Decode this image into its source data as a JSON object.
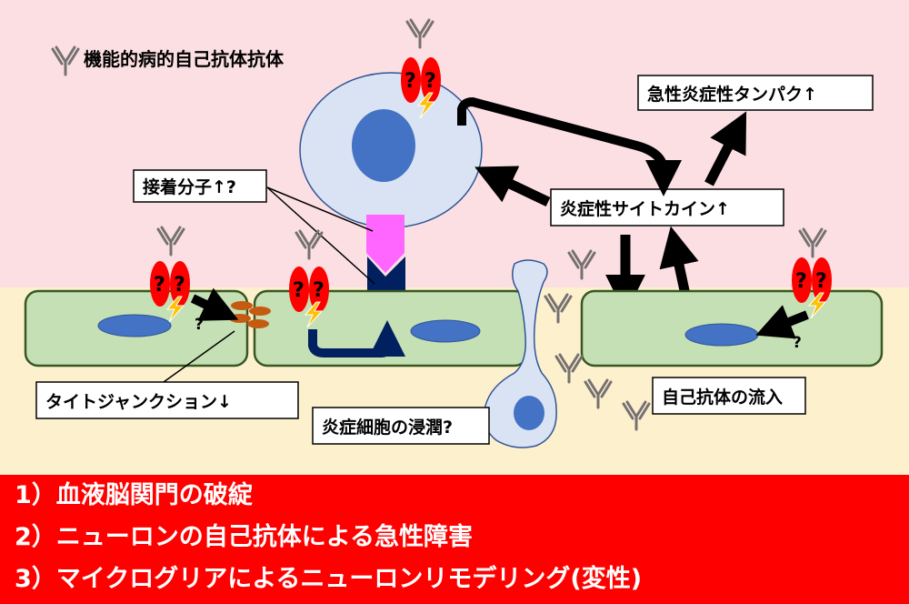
{
  "legend": {
    "label": "機能的病的自己抗体抗体"
  },
  "labels": {
    "acute_protein": "急性炎症性タンパク↑",
    "adhesion": "接着分子↑?",
    "cytokine": "炎症性サイトカイン↑",
    "tight_junction": "タイトジャンクション↓",
    "inflammatory_infiltration": "炎症細胞の浸潤?",
    "autoantibody_influx": "自己抗体の流入"
  },
  "marks": {
    "question": "?"
  },
  "conclusions": [
    "1）血液脳関門の破綻",
    "2）ニューロンの自己抗体による急性障害",
    "3）マイクログリアによるニューロンリモデリング(変性)"
  ],
  "colors": {
    "top_bg": "#fbdfe3",
    "bottom_bg": "#fdf0cd",
    "cell_green": "#c5e0b4",
    "cell_border": "#385723",
    "nucleus": "#4472c4",
    "immune_cell": "#dae3f3",
    "receptor_red": "#ff0000",
    "magenta": "#ff66ff",
    "navy": "#002060",
    "lightning": "#ffc000",
    "junction_brown": "#c55a11",
    "banner_red": "#ff0000"
  }
}
